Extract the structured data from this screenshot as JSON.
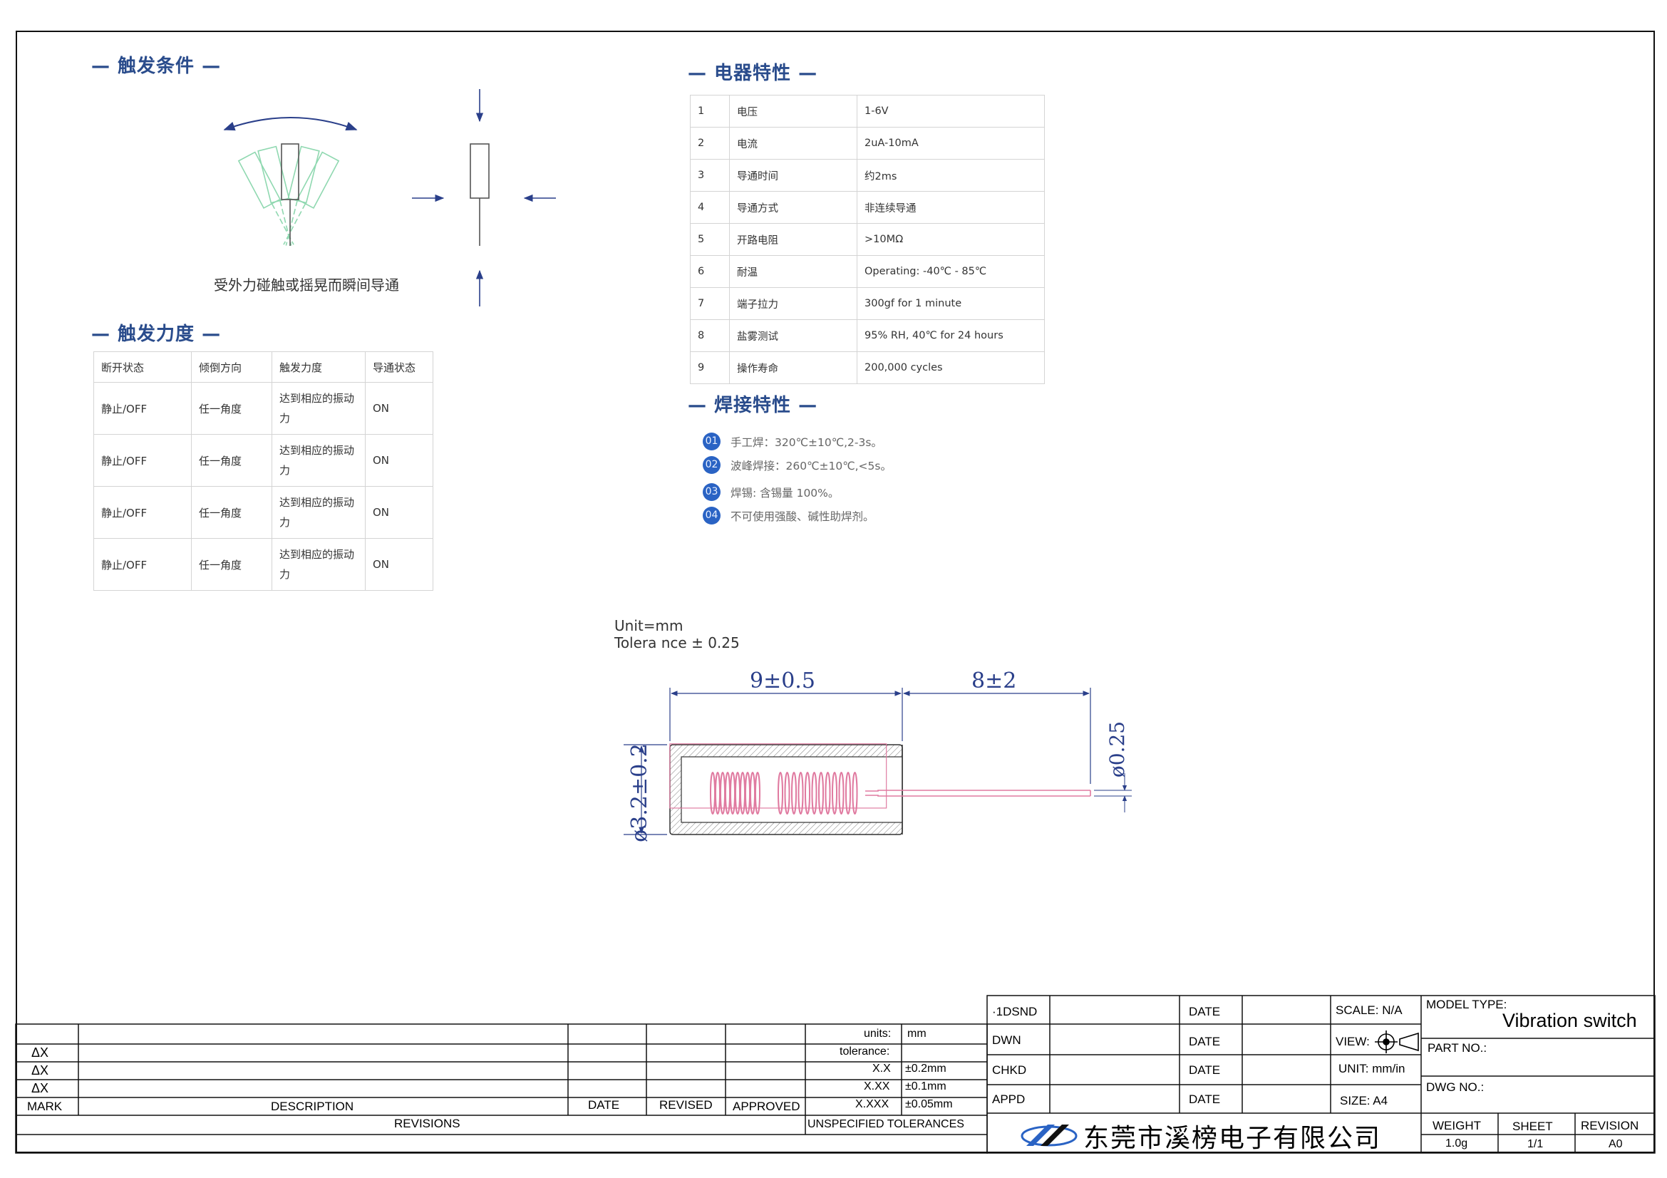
{
  "sections": {
    "trigger_condition": "— 触发条件 —",
    "trigger_force": "— 触发力度 —",
    "electrical": "— 电器特性 —",
    "welding": "— 焊接特性 —"
  },
  "trigger_caption": "受外力碰触或摇晃而瞬间导通",
  "trigger_table": {
    "headers": [
      "断开状态",
      "倾倒方向",
      "触发力度",
      "导通状态"
    ],
    "rows": [
      [
        "静止/OFF",
        "任一角度",
        "达到相应的振动力",
        "ON"
      ],
      [
        "静止/OFF",
        "任一角度",
        "达到相应的振动力",
        "ON"
      ],
      [
        "静止/OFF",
        "任一角度",
        "达到相应的振动力",
        "ON"
      ],
      [
        "静止/OFF",
        "任一角度",
        "达到相应的振动力",
        "ON"
      ]
    ]
  },
  "electrical_table": [
    [
      "1",
      "电压",
      "1-6V"
    ],
    [
      "2",
      "电流",
      "2uA-10mA"
    ],
    [
      "3",
      "导通时间",
      "约2ms"
    ],
    [
      "4",
      "导通方式",
      "非连续导通"
    ],
    [
      "5",
      "开路电阻",
      ">10MΩ"
    ],
    [
      "6",
      "耐温",
      "Operating: -40℃ - 85℃"
    ],
    [
      "7",
      "端子拉力",
      "300gf for 1 minute"
    ],
    [
      "8",
      "盐雾测试",
      "95% RH, 40℃ for 24 hours"
    ],
    [
      "9",
      "操作寿命",
      "200,000 cycles"
    ]
  ],
  "welding": [
    {
      "num": "01",
      "text": "手工焊：320℃±10℃,2-3s。"
    },
    {
      "num": "02",
      "text": "波峰焊接：260℃±10℃,<5s。"
    },
    {
      "num": "03",
      "text": "焊锡: 含锡量 100%。"
    },
    {
      "num": "04",
      "text": "不可使用强酸、碱性助焊剂。"
    }
  ],
  "drawing": {
    "unit": "Unit=mm",
    "tolerance": "Tolera nce ± 0.25",
    "dim_body": "9±0.5",
    "dim_lead": "8±2",
    "dim_diameter": "ø3.2±0.2",
    "dim_lead_dia": "ø0.25"
  },
  "title_block": {
    "revisions": {
      "marks": [
        "ΔX",
        "ΔX",
        "ΔX"
      ],
      "mark": "MARK",
      "description": "DESCRIPTION",
      "date": "DATE",
      "revised": "REVISED",
      "approved": "APPROVED",
      "revisions": "REVISIONS"
    },
    "tolerances": {
      "units_label": "units:",
      "units_value": "mm",
      "tolerance_label": "tolerance:",
      "rows": [
        [
          "X.X",
          "±0.2mm"
        ],
        [
          "X.XX",
          "±0.1mm"
        ],
        [
          "X.XXX",
          "±0.05mm"
        ]
      ],
      "footer": "UNSPECIFIED TOLERANCES"
    },
    "signoff": [
      "·1DSND",
      "DWN",
      "CHKD",
      "APPD"
    ],
    "date_label": "DATE",
    "scale": "SCALE: N/A",
    "view": "VIEW:",
    "unit": "UNIT: mm/in",
    "size": "SIZE: A4",
    "model_type_label": "MODEL TYPE:",
    "model_type_value": "Vibration switch",
    "part_no": "PART NO.:",
    "dwg_no": "DWG NO.:",
    "weight_label": "WEIGHT",
    "weight_value": "1.0g",
    "sheet_label": "SHEET",
    "sheet_value": "1/1",
    "revision_label": "REVISION",
    "revision_value": "A0",
    "company": "东莞市溪榜电子有限公司"
  },
  "colors": {
    "heading": "#2a4c8c",
    "badge": "#2a63c4",
    "dimension": "#2a3f8a",
    "spring": "#e07aa0",
    "switch_ghost": "#8fd8b0"
  }
}
